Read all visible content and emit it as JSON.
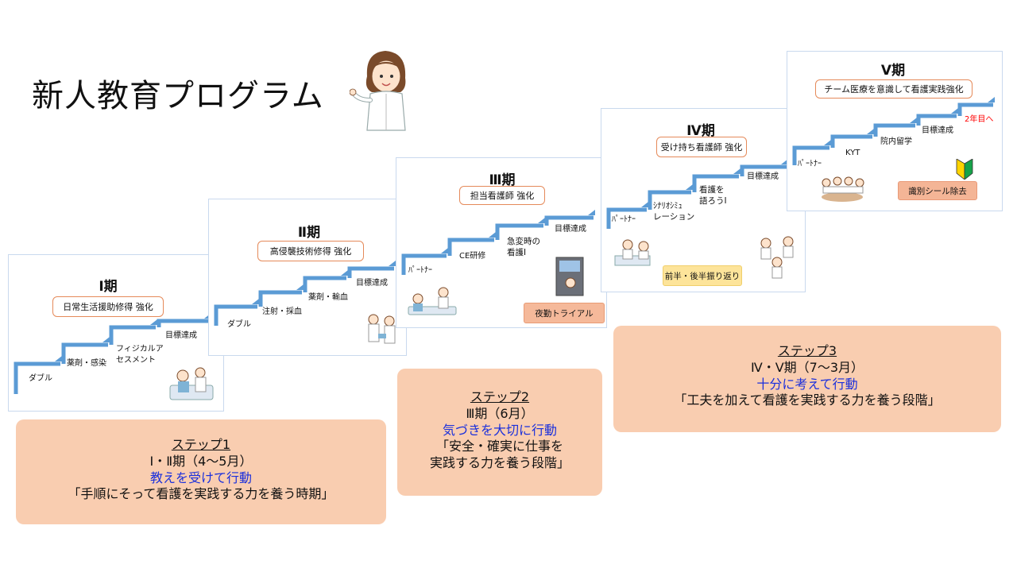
{
  "title": "新人教育プログラム",
  "phases": [
    {
      "name": "Ⅰ期",
      "goal": "日常生活援助修得 強化",
      "steps": [
        "ダブル",
        "薬剤・感染",
        "フィジカルア\nセスメント",
        "目標達成"
      ]
    },
    {
      "name": "Ⅱ期",
      "goal": "高侵襲技術修得 強化",
      "steps": [
        "ダブル",
        "注射・採血",
        "薬剤・輸血",
        "目標達成"
      ]
    },
    {
      "name": "Ⅲ期",
      "goal": "担当看護師 強化",
      "steps": [
        "ﾊﾟｰﾄﾅｰ",
        "CE研修",
        "急変時の\n看護Ⅰ",
        "目標達成"
      ],
      "tag": "夜勤トライアル"
    },
    {
      "name": "Ⅳ期",
      "goal": "受け持ち看護師 強化",
      "steps": [
        "ﾊﾟｰﾄﾅｰ",
        "ｼﾅﾘｵｼﾐｭ\nレーション",
        "看護を\n語ろうⅠ",
        "目標達成"
      ],
      "tag": "前半・後半振り返り"
    },
    {
      "name": "Ⅴ期",
      "goal": "チーム医療を意識して看護実践強化",
      "steps": [
        "ﾊﾟｰﾄﾅｰ",
        "KYT",
        "院内留学",
        "目標達成",
        "2年目へ"
      ],
      "tag": "識別シール除去"
    }
  ],
  "step_boxes": [
    {
      "name": "ステップ1",
      "period": "Ⅰ・Ⅱ期（4～5月）",
      "action": "教えを受けて行動",
      "desc": "「手順にそって看護を実践する力を養う時期」"
    },
    {
      "name": "ステップ2",
      "period": "Ⅲ期（6月）",
      "action": "気づきを大切に行動",
      "desc": "「安全・確実に仕事を\n実践する力を養う段階」"
    },
    {
      "name": "ステップ3",
      "period": "Ⅳ・Ⅴ期（7～3月）",
      "action": "十分に考えて行動",
      "desc": "「工夫を加えて看護を実践する力を養う段階」"
    }
  ],
  "colors": {
    "stair": "#5b9bd5",
    "step_box": "#f9cdb0",
    "goal_border": "#e58a5a",
    "action_text": "#1a2fdc",
    "highlight_text": "#ff0000"
  }
}
